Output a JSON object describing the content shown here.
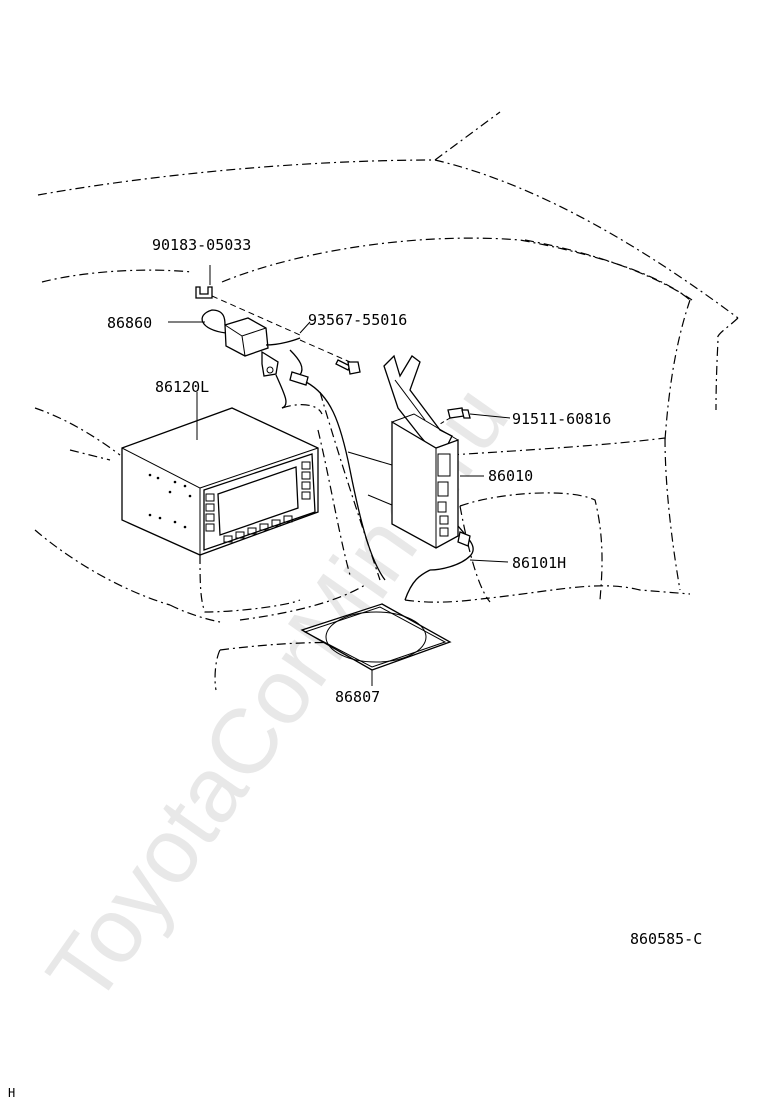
{
  "diagram": {
    "watermark": "ToyotaCorMine.ru",
    "drawing_code": "860585-C",
    "corner_mark": "H",
    "parts": [
      {
        "id": "clip",
        "number": "90183-05033"
      },
      {
        "id": "gps-antenna",
        "number": "86860"
      },
      {
        "id": "screw",
        "number": "93567-55016"
      },
      {
        "id": "display-unit",
        "number": "86120L"
      },
      {
        "id": "bolt",
        "number": "91511-60816"
      },
      {
        "id": "navigation-computer",
        "number": "86010"
      },
      {
        "id": "wire-harness",
        "number": "86101H"
      },
      {
        "id": "map-disc",
        "number": "86807"
      }
    ]
  }
}
